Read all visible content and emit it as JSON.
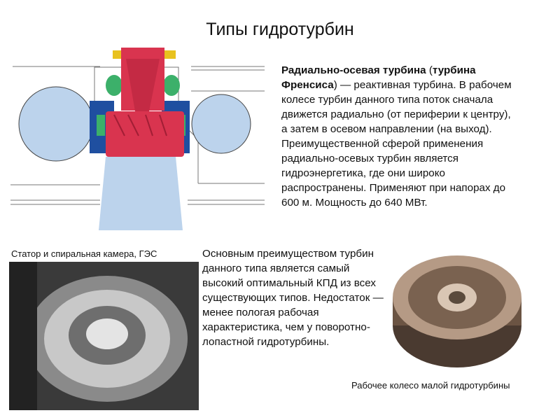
{
  "slide": {
    "title": "Типы гидротурбин",
    "main_text": {
      "term": "Радиально-осевая турбина",
      "paren_open": " (",
      "term_alt": "турбина Френсиса",
      "rest": ") — реактивная турбина. В рабочем колесе турбин данного типа поток сначала движется радиально (от периферии к центру), а затем в осевом направлении (на выход). Преимущественной сферой применения радиально-осевых турбин является гидроэнергетика, где они широко распространены. Применяют при напорах до 600 м. Мощность до 640 МВт."
    },
    "secondary_text": "Основным преимуществом турбин данного типа является самый высокий оптимальный КПД из всех существующих типов. Недостаток — менее пологая рабочая характеристика, чем у поворотно-лопастной гидротурбины.",
    "caption_stator": "Статор и спиральная камера, ГЭС",
    "caption_wheel": "Рабочее колесо малой гидротурбины"
  }
}
